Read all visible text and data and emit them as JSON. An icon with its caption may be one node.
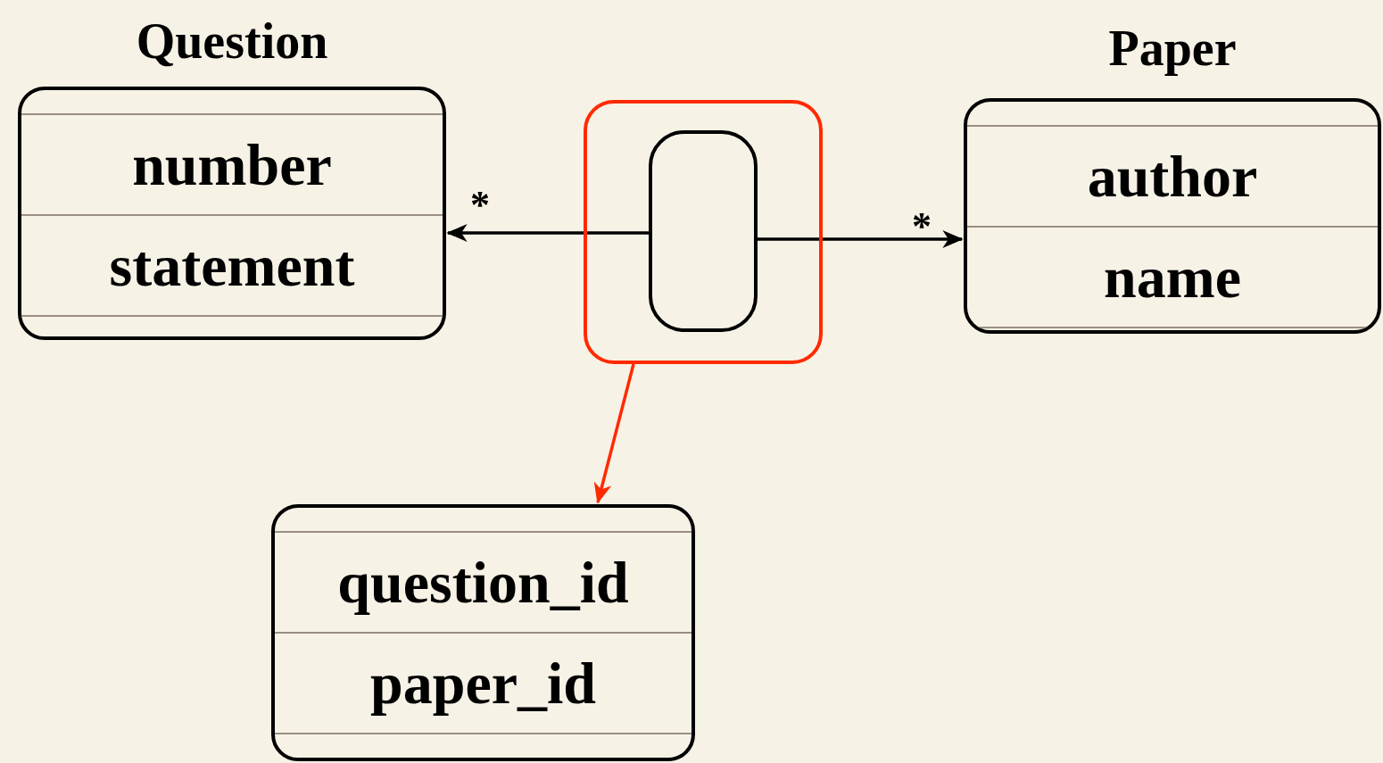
{
  "diagram": {
    "nodes": [
      {
        "text": [
          "Question",
          "number",
          "statement"
        ]
      },
      {
        "text": [],
        "shape": "box"
      },
      {
        "text": [],
        "shape": "box",
        "in": 1
      },
      {
        "text": [
          "Paper",
          "author",
          "name"
        ]
      },
      {
        "text": [
          "question_id",
          "paper_id"
        ]
      }
    ],
    "edges": [
      {
        "from": 2,
        "to": 0,
        "arrow": "to",
        "label": "*"
      },
      {
        "from": 2,
        "to": 3,
        "arrow": "to",
        "label": "*"
      },
      {
        "from": 1,
        "to": 4,
        "arrow": "to",
        "color": "#ff2a00"
      }
    ]
  }
}
